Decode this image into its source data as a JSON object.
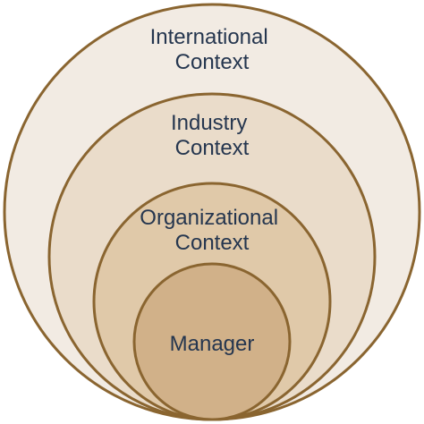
{
  "colors": {
    "outline": "#8a6530",
    "text": "#25364f",
    "international_fill": "#f2ebe3",
    "industry_fill": "#eadcca",
    "organizational_fill": "#e0c9a9",
    "manager_fill": "#d1b189"
  },
  "rings": [
    {
      "id": "international",
      "lines": [
        "International",
        "Context"
      ]
    },
    {
      "id": "industry",
      "lines": [
        "Industry",
        "Context"
      ]
    },
    {
      "id": "organizational",
      "lines": [
        "Organizational",
        "Context"
      ]
    },
    {
      "id": "manager",
      "lines": [
        "Manager"
      ]
    }
  ]
}
